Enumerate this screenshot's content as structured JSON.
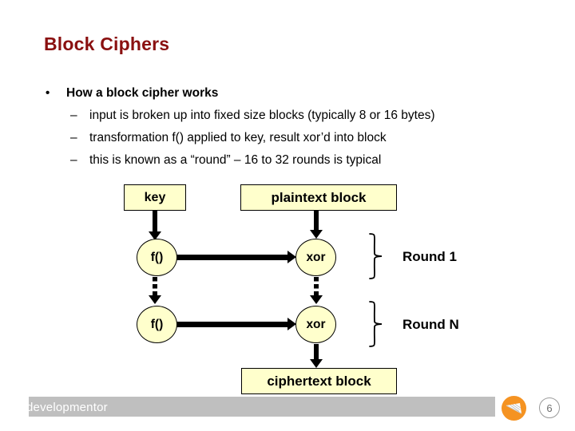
{
  "slide": {
    "title": "Block Ciphers",
    "title_color": "#8a1010",
    "background_color": "#ffffff"
  },
  "bullets": {
    "bullet_mark": "•",
    "dash_mark": "–",
    "level1": [
      {
        "text": "How a block cipher works"
      }
    ],
    "level2": [
      {
        "text": "input is broken up into fixed size blocks (typically 8 or 16 bytes)"
      },
      {
        "text": "transformation f() applied to key, result xor’d into block"
      },
      {
        "text": "this is known as a “round” – 16 to 32 rounds is typical"
      }
    ]
  },
  "diagram": {
    "fill_color": "#ffffcc",
    "stroke_color": "#000000",
    "nodes": {
      "key": "key",
      "plaintext_block": "plaintext block",
      "f_round1": "f()",
      "xor_round1": "xor",
      "f_roundn": "f()",
      "xor_roundn": "xor",
      "ciphertext_block": "ciphertext block"
    },
    "round_labels": [
      {
        "label": "Round 1"
      },
      {
        "label": "Round N"
      }
    ]
  },
  "footer": {
    "brand": "developmentor",
    "brand_color": "#ffffff",
    "bar_color": "#bfbfbf",
    "logo_color": "#f59322",
    "page_number": "6"
  }
}
